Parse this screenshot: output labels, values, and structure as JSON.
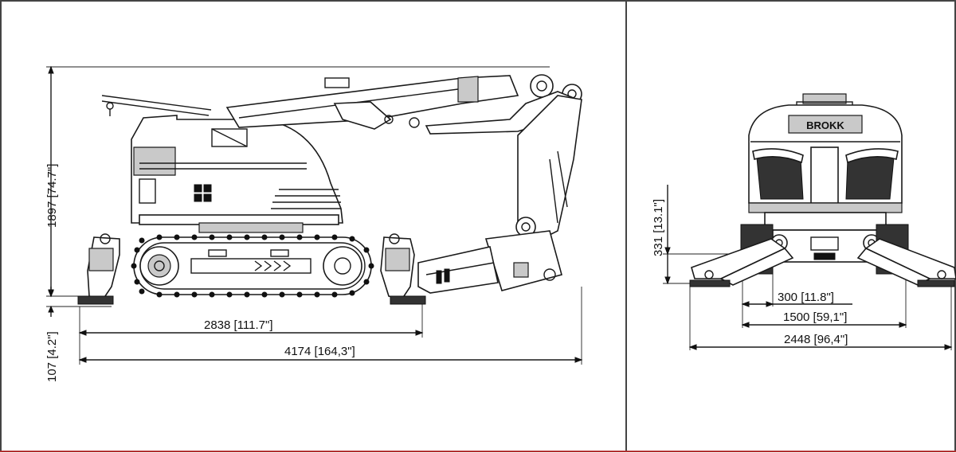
{
  "side_view": {
    "dim_height": "1897 [74.7\"]",
    "dim_ground_clearance": "107 [4.2\"]",
    "dim_track_length": "2838 [111.7\"]",
    "dim_total_length": "4174 [164,3\"]"
  },
  "front_view": {
    "dim_outrigger_height": "331 [13.1\"]",
    "dim_track_width": "300 [11.8\"]",
    "dim_width": "1500 [59,1\"]",
    "dim_outrigger_span": "2448 [96,4\"]",
    "brand_logo": "BROKK"
  }
}
